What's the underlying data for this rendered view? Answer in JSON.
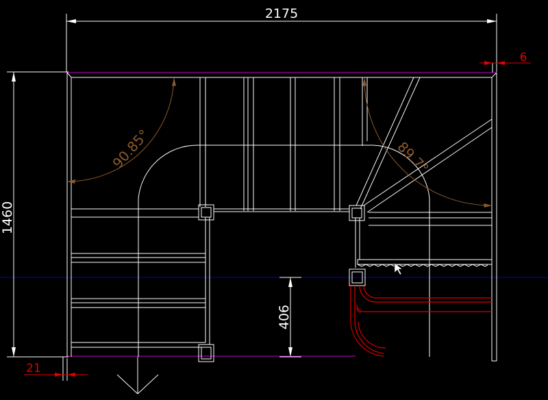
{
  "dimensions": {
    "overall_width": "2175",
    "overall_height": "1460",
    "gap_406": "406",
    "offset_6": "6",
    "offset_21": "21"
  },
  "angles": {
    "left_arc": "90.85°",
    "right_arc": "89.7°"
  },
  "colors": {
    "background": "#000000",
    "linework": "#ffffff",
    "boundary": "#d100d1",
    "axis": "#0000d8",
    "handrail": "#e00000",
    "angle_dims": "#8c5a2e",
    "small_dims": "#e00000"
  }
}
